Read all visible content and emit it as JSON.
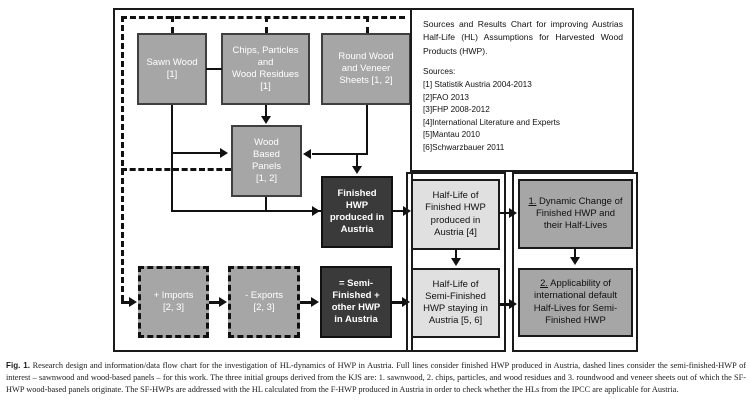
{
  "figure": {
    "label": "Fig. 1.",
    "caption": "Research design and information/data flow chart for the investigation of HL-dynamics of HWP in Austria. Full lines consider finished HWP produced in Austria, dashed lines consider the semi-finished-HWP of interest – sawnwood and wood-based panels – for this work. The three initial groups derived from the KJS are: 1. sawnwood, 2. chips, particles, and wood residues and 3. roundwood and veneer sheets out of which the SF-HWP wood-based panels originate. The SF-HWPs are addressed with the HL calculated from the F-HWP produced in Austria in order to check whether the HLs from the IPCC are applicable for Austria."
  },
  "flow": {
    "inputs": [
      {
        "id": "sawn-wood",
        "label": "Sawn Wood\n[1]"
      },
      {
        "id": "chips-particles",
        "label": "Chips, Particles\nand\nWood Residues\n[1]"
      },
      {
        "id": "round-wood",
        "label": "Round Wood\nand Veneer\nSheets [1, 2]"
      }
    ],
    "wood_based_panels": {
      "id": "wood-based-panels",
      "label": "Wood\nBased\nPanels\n[1, 2]"
    },
    "finished_hwp": {
      "id": "finished-hwp-austria",
      "label": "Finished\nHWP\nproduced in\nAustria"
    },
    "trade": [
      {
        "id": "imports",
        "label": "+ Imports\n[2, 3]"
      },
      {
        "id": "exports",
        "label": "- Exports\n[2, 3]"
      }
    ],
    "semi_finished": {
      "id": "semi-finished-hwp-austria",
      "label": "= Semi-\nFinished +\nother HWP\nin Austria"
    }
  },
  "halflives": [
    {
      "id": "hl-finished",
      "label": "Half-Life of\nFinished HWP\nproduced in\nAustria [4]"
    },
    {
      "id": "hl-semi-finished",
      "label": "Half-Life of\nSemi-Finished\nHWP staying in\nAustria [5, 6]"
    }
  ],
  "results": [
    {
      "id": "result-1",
      "number": "1.",
      "label": " Dynamic Change of\nFinished HWP and\ntheir Half-Lives"
    },
    {
      "id": "result-2",
      "number": "2.",
      "label": " Applicability of\ninternational default\nHalf-Lives for Semi-\nFinished HWP"
    }
  ],
  "sources_panel": {
    "heading": "Sources and Results Chart for improving Austrias Half-Life (HL) Assumptions for Harvested Wood Products (HWP).",
    "sources_title": "Sources:",
    "sources": [
      "[1] Statistik Austria 2004-2013",
      "[2]FAO 2013",
      "[3]FHP 2008-2012",
      "[4]International Literature and Experts",
      "[5]Mantau 2010",
      "[6]Schwarzbauer 2011"
    ]
  },
  "colors": {
    "grey_node": "#a6a6a6",
    "dark_node": "#3a3a3a",
    "light_node": "#e0e0e0",
    "line": "#111111",
    "page_bg": "#ffffff"
  }
}
